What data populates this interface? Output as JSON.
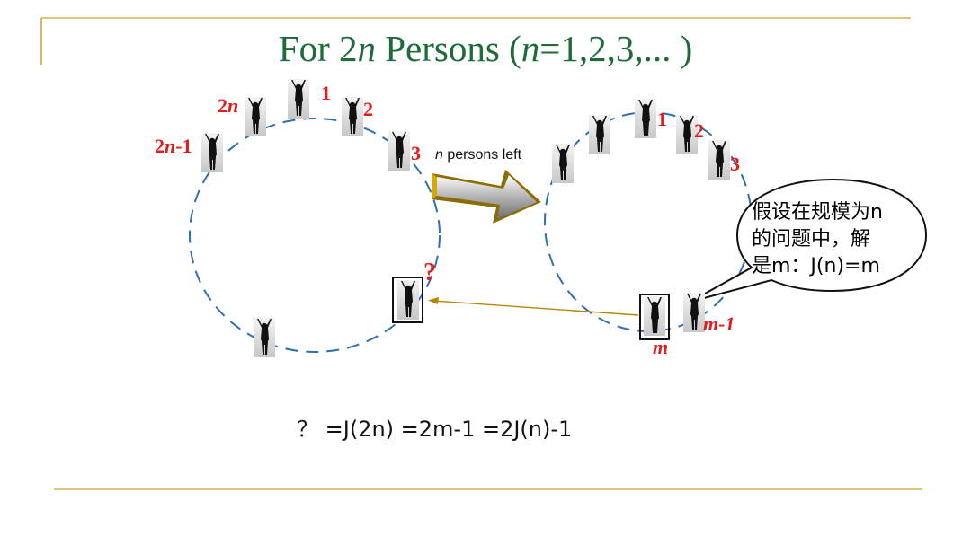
{
  "title": {
    "part1": "For 2",
    "part2": "n",
    "part3": " Persons (",
    "part4": "n",
    "part5": "=1,2,3,... )"
  },
  "left_circle": {
    "labels": {
      "one": "1",
      "two": "2",
      "three": "3",
      "two_n_prefix": "2",
      "two_n_var": "n",
      "two_n_minus_1_prefix": "2",
      "two_n_minus_1_var": "n",
      "two_n_minus_1_suffix": "-1",
      "question": "?"
    }
  },
  "arrow": {
    "label_var": "n",
    "label_text": " persons left"
  },
  "right_circle": {
    "labels": {
      "one": "1",
      "two": "2",
      "three": "3",
      "m": "m",
      "m_minus_1": "m-1"
    }
  },
  "speech_bubble": {
    "lines": [
      "假设在规模为n",
      "的问题中，解",
      "是m：J(n)=m"
    ]
  },
  "formula": "？ =J(2n) =2m-1 =2J(n)-1",
  "colors": {
    "accent_line": "#c9a227",
    "title": "#1f6b3a",
    "label_red": "#e41c1c",
    "circle_dash": "#2f6fb5",
    "mapping_arrow": "#b8860b"
  }
}
